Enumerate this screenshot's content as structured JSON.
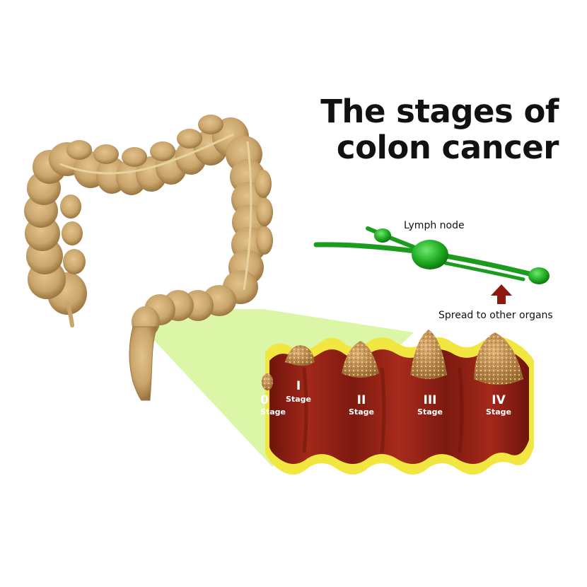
{
  "title": {
    "line1": "The stages of",
    "line2": "colon cancer"
  },
  "labels": {
    "lymph_node": "Lymph node",
    "spread": "Spread to other organs"
  },
  "stages": [
    {
      "number": "0",
      "word": "Stage"
    },
    {
      "number": "I",
      "word": "Stage"
    },
    {
      "number": "II",
      "word": "Stage"
    },
    {
      "number": "III",
      "word": "Stage"
    },
    {
      "number": "IV",
      "word": "Stage"
    }
  ],
  "colors": {
    "colon": "#c9a56c",
    "colon_shadow": "#9e7a44",
    "lymph": "#1faa1f",
    "arrow": "#8b1a0c",
    "tissue_red": "#8e1f14",
    "tissue_yellow": "#f2e640",
    "zoom_cone": "#d9f5a0",
    "tumor": "#c89050"
  }
}
